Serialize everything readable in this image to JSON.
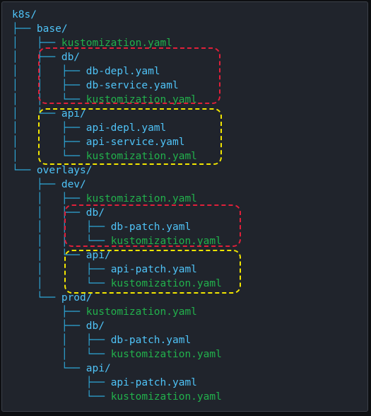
{
  "root": "k8s/",
  "base": {
    "dir": "base/",
    "kustomization": "kustomization.yaml",
    "db": {
      "dir": "db/",
      "files": [
        "db-depl.yaml",
        "db-service.yaml",
        "kustomization.yaml"
      ]
    },
    "api": {
      "dir": "api/",
      "files": [
        "api-depl.yaml",
        "api-service.yaml",
        "kustomization.yaml"
      ]
    }
  },
  "overlays": {
    "dir": "overlays/",
    "dev": {
      "dir": "dev/",
      "kustomization": "kustomization.yaml",
      "db": {
        "dir": "db/",
        "files": [
          "db-patch.yaml",
          "kustomization.yaml"
        ]
      },
      "api": {
        "dir": "api/",
        "files": [
          "api-patch.yaml",
          "kustomization.yaml"
        ]
      }
    },
    "prod": {
      "dir": "prod/",
      "kustomization": "kustomization.yaml",
      "db": {
        "dir": "db/",
        "files": [
          "db-patch.yaml",
          "kustomization.yaml"
        ]
      },
      "api": {
        "dir": "api/",
        "files": [
          "api-patch.yaml",
          "kustomization.yaml"
        ]
      }
    }
  },
  "colors": {
    "background": "#20242c",
    "directory": "#4fc3f7",
    "kustomization_file": "#22b14c",
    "highlight_db": "#e0203a",
    "highlight_api": "#f2e600"
  }
}
